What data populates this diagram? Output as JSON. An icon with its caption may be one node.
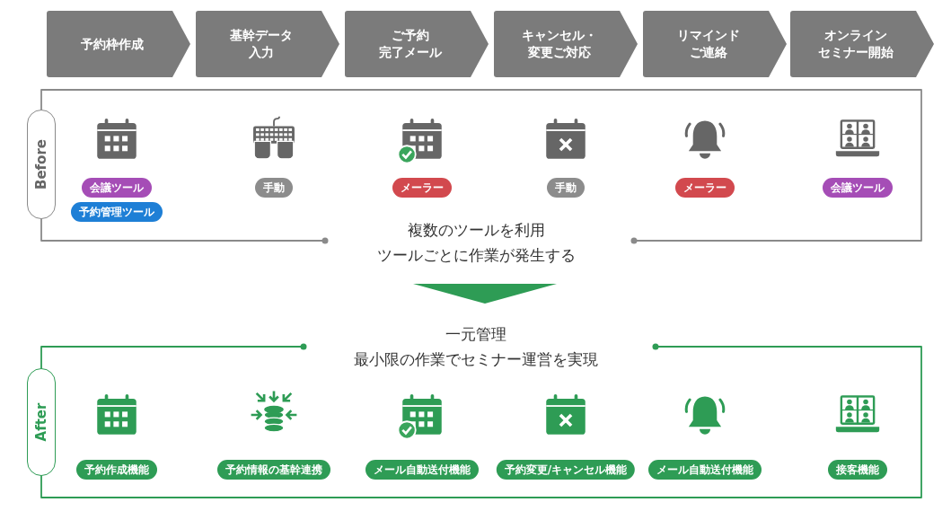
{
  "diagram": {
    "nodes": [
      {
        "text": [
          "予約枠作成"
        ]
      },
      {
        "text": [
          "基幹データ入力"
        ]
      },
      {
        "text": [
          "ご予約完了メール"
        ]
      },
      {
        "text": [
          "キャンセル・変更ご対応"
        ]
      },
      {
        "text": [
          "リマインドご連絡"
        ]
      },
      {
        "text": [
          "オンラインセミナー開始"
        ]
      },
      {
        "text": [
          "Before",
          "複数のツールを利用ツールごとに作業が発生する"
        ]
      },
      {
        "text": [
          "会議ツール"
        ],
        "in": 6
      },
      {
        "text": [
          "予約管理ツール"
        ],
        "in": 6
      },
      {
        "text": [
          "手動"
        ],
        "in": 6
      },
      {
        "text": [
          "メーラー"
        ],
        "in": 6
      },
      {
        "text": [
          "手動"
        ],
        "in": 6
      },
      {
        "text": [
          "メーラー"
        ],
        "in": 6
      },
      {
        "text": [
          "会議ツール"
        ],
        "in": 6
      },
      {
        "text": [
          "After",
          "一元管理最小限の作業でセミナー運営を実現"
        ]
      },
      {
        "text": [
          "予約作成機能"
        ],
        "in": 14
      },
      {
        "text": [
          "予約情報の基幹連携"
        ],
        "in": 14
      },
      {
        "text": [
          "メール自動送付機能"
        ],
        "in": 14
      },
      {
        "text": [
          "予約変更/キャンセル機能"
        ],
        "in": 14
      },
      {
        "text": [
          "メール自動送付機能"
        ],
        "in": 14
      },
      {
        "text": [
          "接客機能"
        ],
        "in": 14
      }
    ],
    "edges": [
      {
        "from": 6,
        "to": 14,
        "arrow": "to",
        "style": "thick",
        "color": "#2e9c55"
      }
    ]
  }
}
